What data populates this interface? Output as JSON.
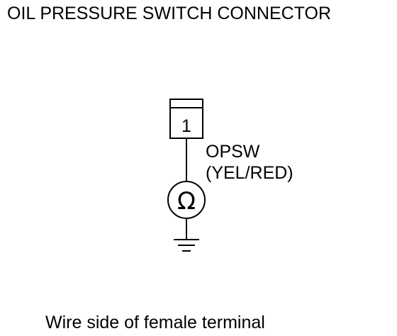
{
  "title": "OIL PRESSURE SWITCH CONNECTOR",
  "connector": {
    "pin_number": "1"
  },
  "wire": {
    "signal_name": "OPSW",
    "wire_color": "(YEL/RED)"
  },
  "symbols": {
    "resistance_symbol": "Ω",
    "ground_icon": "ground-icon"
  },
  "caption": "Wire side of female terminal"
}
